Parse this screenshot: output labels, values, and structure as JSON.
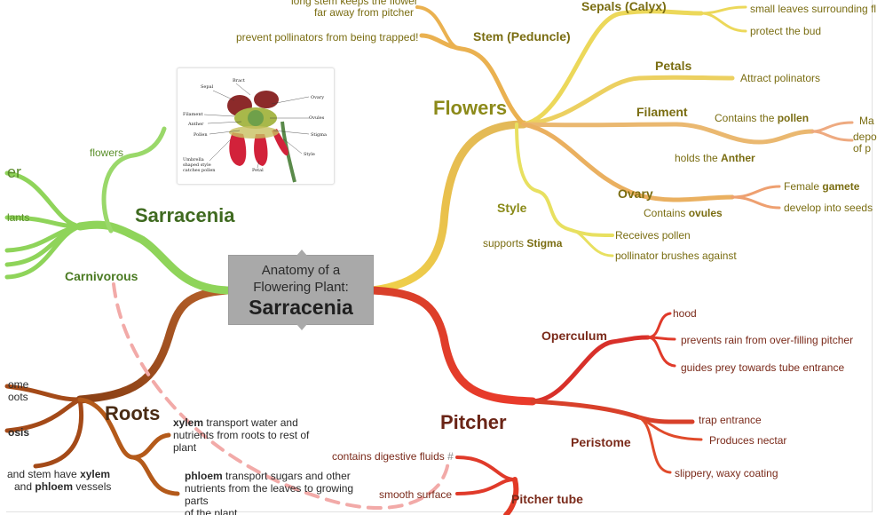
{
  "center": {
    "line1": "Anatomy of a",
    "line2": "Flowering Plant:",
    "line3": "Sarracenia"
  },
  "branches": {
    "flowers": {
      "label": "Flowers",
      "color": "#e6c84a"
    },
    "pitcher": {
      "label": "Pitcher",
      "color": "#e23a26"
    },
    "roots": {
      "label": "Roots",
      "color": "#a8501c"
    },
    "sarracenia": {
      "label": "Sarracenia",
      "color": "#8fd45a"
    }
  },
  "flowers": {
    "stem": {
      "label": "Stem (Peduncle)",
      "sub1a": "long stem keeps the flower",
      "sub1b": "far away from pitcher",
      "sub2": "prevent pollinators from being trapped!"
    },
    "sepals": {
      "label": "Sepals (Calyx)",
      "sub1": "small leaves surrounding fl",
      "sub2": "protect the bud"
    },
    "petals": {
      "label": "Petals",
      "sub1": "Attract polinators"
    },
    "filament": {
      "label": "Filament",
      "contains_a": "Contains the ",
      "contains_b": "pollen",
      "holds_a": "holds the ",
      "holds_b": "Anther",
      "far1": "Ma",
      "far2a": "depo",
      "far2b": "of p"
    },
    "ovary": {
      "label": "Ovary",
      "contains_a": "Contains ",
      "contains_b": "ovules",
      "sub1_a": "Female ",
      "sub1_b": "gamete",
      "sub2": "develop into seeds"
    },
    "style": {
      "label": "Style",
      "supports_a": "supports ",
      "supports_b": "Stigma",
      "sub1": "Receives pollen",
      "sub2": "pollinator brushes against"
    }
  },
  "pitcher": {
    "operculum": {
      "label": "Operculum",
      "sub1": "hood",
      "sub2": "prevents rain from over-filling pitcher",
      "sub3": "guides prey towards tube entrance"
    },
    "peristome": {
      "label": "Peristome",
      "sub1": "trap entrance",
      "sub2": "Produces nectar",
      "sub3": "slippery, waxy coating"
    },
    "tube": {
      "label": "Pitcher tube",
      "sub1": "contains digestive fluids",
      "sub1_mark": "#",
      "sub2": "smooth surface"
    }
  },
  "roots": {
    "xylem_b": "xylem",
    "xylem_t1": " transport water and",
    "xylem_t2": "nutrients from roots to rest of",
    "xylem_t3": "plant",
    "phloem_b": "phloem",
    "phloem_t1": " transport sugars and other",
    "phloem_t2": "nutrients from the leaves to growing",
    "phloem_t3": "parts",
    "phloem_t4": "of the plant",
    "left1a": "ome",
    "left1b": "oots",
    "left2": "osis",
    "stem_a": "and stem have ",
    "stem_b": "xylem",
    "stem_c": "and ",
    "stem_d": "phloem",
    "stem_e": " vessels"
  },
  "sarracenia": {
    "flowers": "flowers",
    "carnivorous": "Carnivorous",
    "left1": "er",
    "left2": "lants"
  },
  "illustration": {
    "labels": [
      "Sepal",
      "Bract",
      "Ovary",
      "Filament",
      "Ovules",
      "Anther",
      "Pollen",
      "Stigma",
      "Style",
      "Umbrella",
      "shaped style",
      "catches pollen",
      "Petal"
    ]
  }
}
